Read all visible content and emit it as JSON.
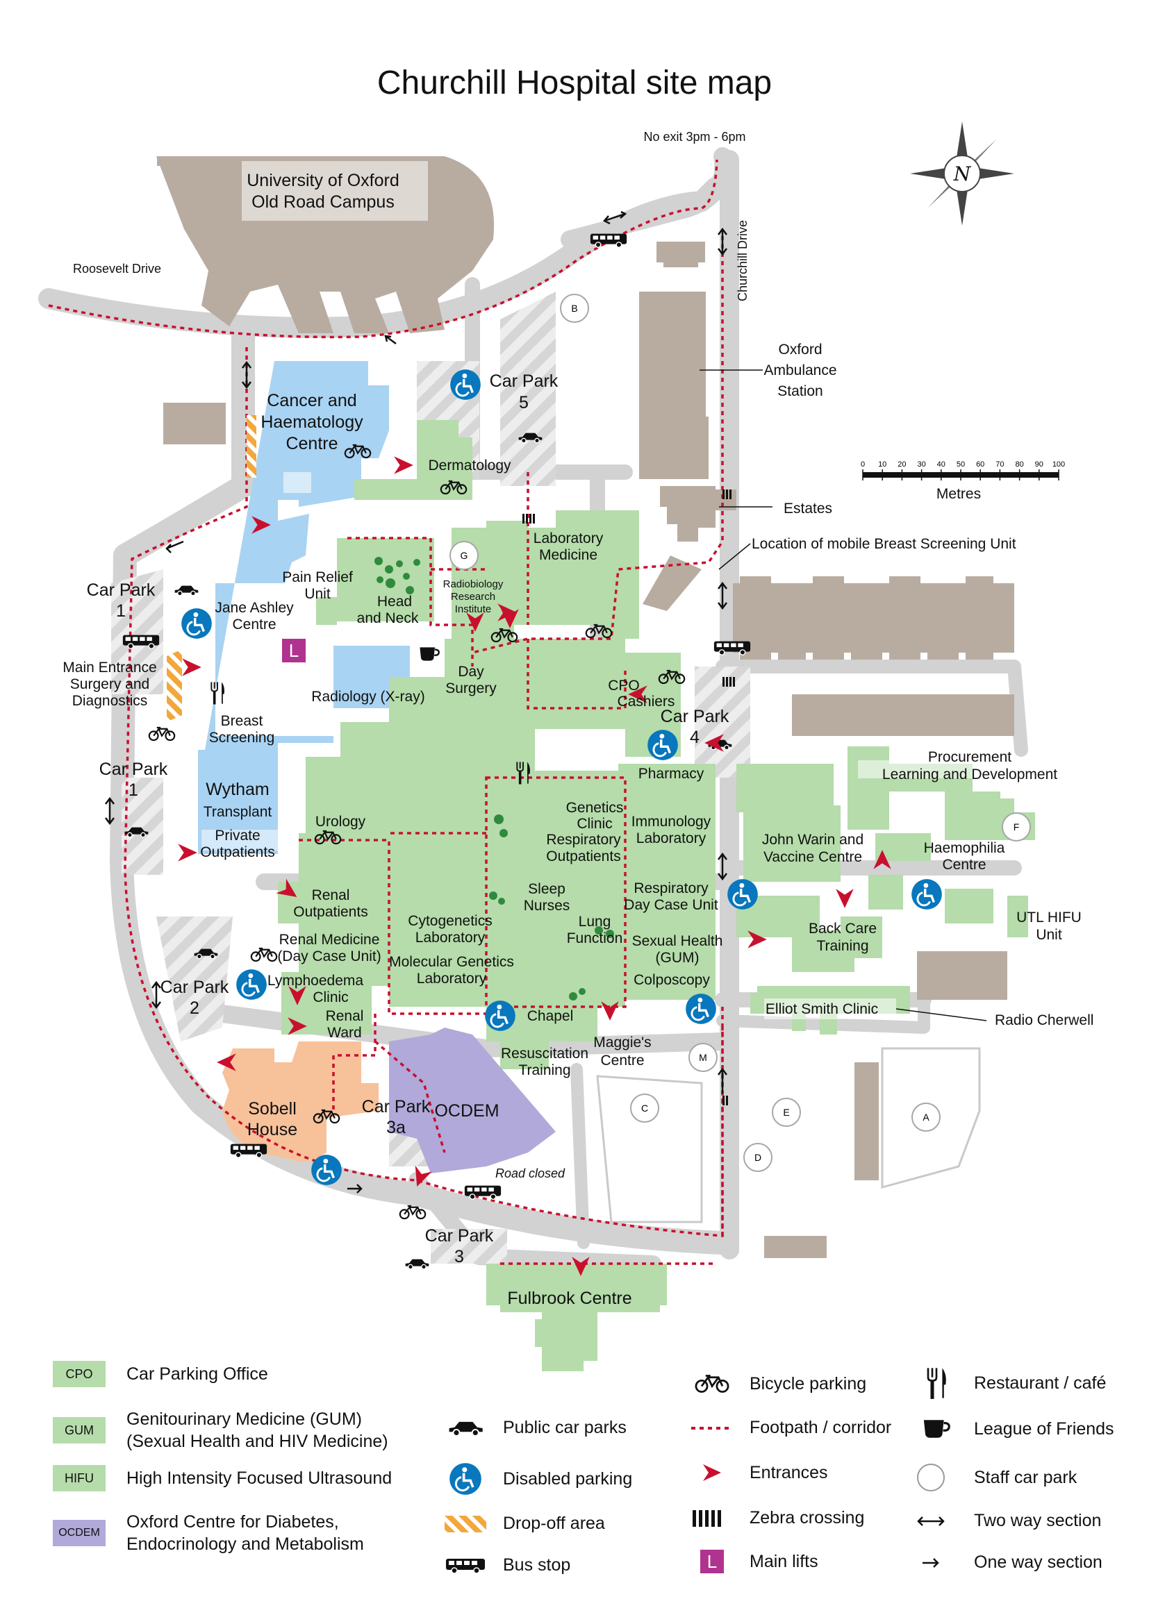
{
  "title": "Churchill Hospital site map",
  "notes": {
    "no_exit": "No exit 3pm - 6pm",
    "road_closed": "Road closed"
  },
  "roads": {
    "roosevelt": "Roosevelt Drive",
    "churchill": "Churchill Drive"
  },
  "compass": {
    "letter": "N"
  },
  "scale": {
    "ticks": [
      "0",
      "10",
      "20",
      "30",
      "40",
      "50",
      "60",
      "70",
      "80",
      "90",
      "100"
    ],
    "unit": "Metres"
  },
  "buildings": {
    "oxford_campus": "University of Oxford",
    "oxford_campus_2": "Old Road Campus",
    "cancer_1": "Cancer and",
    "cancer_2": "Haematology",
    "cancer_3": "Centre",
    "dermatology": "Dermatology",
    "lab_med_1": "Laboratory",
    "lab_med_2": "Medicine",
    "pain_relief_1": "Pain Relief",
    "pain_relief_2": "Unit",
    "head_neck_1": "Head",
    "head_neck_2": "and Neck",
    "radiobio_1": "Radiobiology",
    "radiobio_2": "Research",
    "radiobio_3": "Institute",
    "jane_ashley_1": "Jane Ashley",
    "jane_ashley_2": "Centre",
    "day_surgery_1": "Day",
    "day_surgery_2": "Surgery",
    "radiology": "Radiology (X-ray)",
    "breast_1": "Breast",
    "breast_2": "Screening",
    "cpo_cashiers_1": "CPO",
    "cpo_cashiers_2": "Cashiers",
    "pharmacy": "Pharmacy",
    "wytham_1": "Wytham",
    "wytham_2": "Transplant",
    "private_1": "Private",
    "private_2": "Outpatients",
    "urology": "Urology",
    "genetics_1": "Genetics",
    "genetics_2": "Clinic",
    "immunology_1": "Immunology",
    "immunology_2": "Laboratory",
    "respiratory_op_1": "Respiratory",
    "respiratory_op_2": "Outpatients",
    "renal_op_1": "Renal",
    "renal_op_2": "Outpatients",
    "sleep_1": "Sleep",
    "sleep_2": "Nurses",
    "resp_daycase_1": "Respiratory",
    "resp_daycase_2": "Day Case Unit",
    "cytogenetics_1": "Cytogenetics",
    "cytogenetics_2": "Laboratory",
    "lung_1": "Lung",
    "lung_2": "Function",
    "renal_med_1": "Renal Medicine",
    "renal_med_2": "(Day Case Unit)",
    "sexual_1": "Sexual Health",
    "sexual_2": "(GUM)",
    "molecular_1": "Molecular Genetics",
    "molecular_2": "Laboratory",
    "lymph_1": "Lymphoedema",
    "lymph_2": "Clinic",
    "colposcopy": "Colposcopy",
    "renal_ward_1": "Renal",
    "renal_ward_2": "Ward",
    "chapel": "Chapel",
    "resus_1": "Resuscitation",
    "resus_2": "Training",
    "maggies_1": "Maggie's",
    "maggies_2": "Centre",
    "sobell_1": "Sobell",
    "sobell_2": "House",
    "ocdem": "OCDEM",
    "fulbrook": "Fulbrook Centre",
    "ambulance_1": "Oxford",
    "ambulance_2": "Ambulance",
    "ambulance_3": "Station",
    "estates": "Estates",
    "mobile_breast": "Location of mobile Breast Screening Unit",
    "procurement_1": "Procurement",
    "procurement_2": "Learning and Development",
    "john_warin_1": "John Warin and",
    "john_warin_2": "Vaccine Centre",
    "haemophilia_1": "Haemophilia",
    "haemophilia_2": "Centre",
    "utl_1": "UTL HIFU",
    "utl_2": "Unit",
    "back_care_1": "Back Care",
    "back_care_2": "Training",
    "elliot": "Elliot Smith Clinic",
    "radio_cherwell": "Radio Cherwell",
    "main_entrance_1": "Main Entrance",
    "main_entrance_2": "Surgery and",
    "main_entrance_3": "Diagnostics"
  },
  "car_parks": {
    "cp1a_1": "Car Park",
    "cp1a_2": "1",
    "cp1b_1": "Car Park",
    "cp1b_2": "1",
    "cp2_1": "Car Park",
    "cp2_2": "2",
    "cp3_1": "Car Park",
    "cp3_2": "3",
    "cp3a_1": "Car Park",
    "cp3a_2": "3a",
    "cp4_1": "Car Park",
    "cp4_2": "4",
    "cp5_1": "Car Park",
    "cp5_2": "5"
  },
  "staff_car_parks": [
    "A",
    "B",
    "C",
    "D",
    "E",
    "F",
    "G",
    "M"
  ],
  "main_lifts_letter": "L",
  "colors": {
    "green": "#b5dcaa",
    "blue": "#a9d3f2",
    "orange": "#f7c19a",
    "purple": "#b1a9d9",
    "grey_building": "#b8aca1",
    "road": "#d4d4d4",
    "footpath": "#c8102e",
    "disabled": "#0877bd",
    "lifts": "#b0338f"
  },
  "legend": {
    "cpo_code": "CPO",
    "cpo_text": "Car Parking Office",
    "gum_code": "GUM",
    "gum_text_1": "Genitourinary Medicine (GUM)",
    "gum_text_2": "(Sexual Health and HIV Medicine)",
    "hifu_code": "HIFU",
    "hifu_text": "High Intensity Focused Ultrasound",
    "ocdem_code": "OCDEM",
    "ocdem_text_1": "Oxford Centre for Diabetes,",
    "ocdem_text_2": "Endocrinology and Metabolism",
    "public_car": "Public car parks",
    "disabled": "Disabled parking",
    "dropoff": "Drop-off area",
    "bus": "Bus stop",
    "bicycle": "Bicycle parking",
    "footpath": "Footpath / corridor",
    "entrances": "Entrances",
    "zebra": "Zebra crossing",
    "lifts": "Main lifts",
    "lifts_letter": "L",
    "restaurant": "Restaurant / café",
    "league": "League of Friends",
    "staff": "Staff car park",
    "two_way": "Two way section",
    "one_way": "One way section"
  }
}
